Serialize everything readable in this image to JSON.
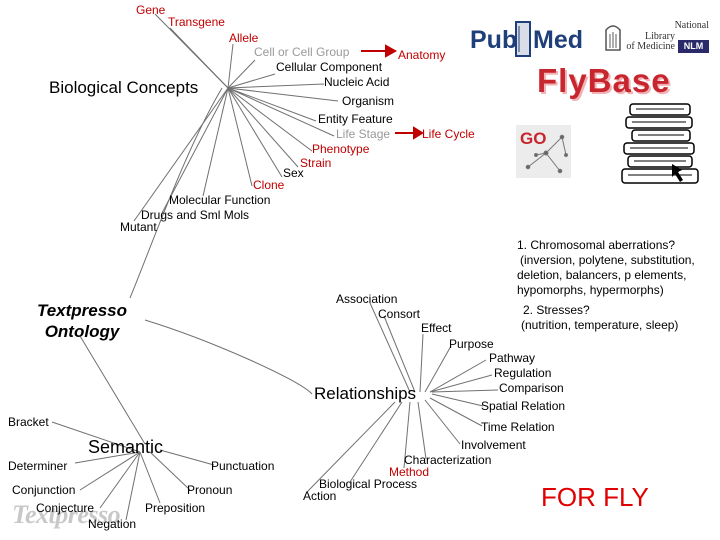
{
  "colors": {
    "red": "#c00000",
    "grey": "#999999",
    "line": "#707070"
  },
  "nodes": {
    "gene": "Gene",
    "transgene": "Transgene",
    "allele": "Allele",
    "cell_or_cell_group": "Cell or Cell Group",
    "anatomy": "Anatomy",
    "cellular_component": "Cellular Component",
    "nucleic_acid": "Nucleic Acid",
    "organism": "Organism",
    "entity_feature": "Entity Feature",
    "life_stage": "Life Stage",
    "life_cycle": "Life Cycle",
    "phenotype": "Phenotype",
    "strain": "Strain",
    "sex": "Sex",
    "clone": "Clone",
    "molecular_function": "Molecular Function",
    "drugs": "Drugs and Sml Mols",
    "mutant": "Mutant",
    "association": "Association",
    "consort": "Consort",
    "effect": "Effect",
    "purpose": "Purpose",
    "pathway": "Pathway",
    "regulation": "Regulation",
    "comparison": "Comparison",
    "spatial_relation": "Spatial Relation",
    "time_relation": "Time Relation",
    "involvement": "Involvement",
    "characterization": "Characterization",
    "method": "Method",
    "biological_process": "Biological Process",
    "action": "Action",
    "bracket": "Bracket",
    "determiner": "Determiner",
    "conjunction": "Conjunction",
    "conjecture": "Conjecture",
    "negation": "Negation",
    "preposition": "Preposition",
    "pronoun": "Pronoun",
    "punctuation": "Punctuation"
  },
  "categories": {
    "biological_concepts": "Biological Concepts",
    "relationships": "Relationships",
    "semantic": "Semantic"
  },
  "root": {
    "line1": "Textpresso",
    "line2": "Ontology"
  },
  "notes": {
    "n1_line1": "1. Chromosomal aberrations?",
    "n1_line2": "(inversion, polytene, substitution,",
    "n1_line3": "deletion, balancers, p elements,",
    "n1_line4": "hypomorphs, hypermorphs)",
    "n2_line1": "2. Stresses?",
    "n2_line2": "(nutrition, temperature, sleep)"
  },
  "for_fly": "FOR FLY",
  "logos": {
    "pubmed_pub": "Pub",
    "pubmed_med": "Med",
    "nlm_line1": "National",
    "nlm_line2": "Library",
    "nlm_line3": "of Medicine",
    "nlm_badge": "NLM",
    "flybase": "FlyBase",
    "go": "GO",
    "textpresso": "Textpresso"
  }
}
